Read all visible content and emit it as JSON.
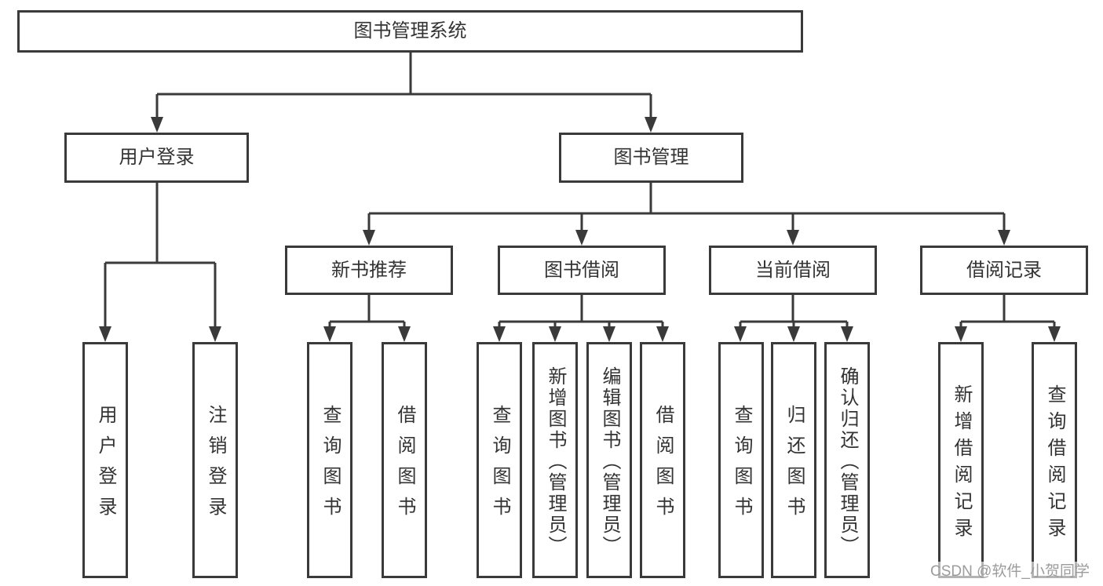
{
  "tree": {
    "label": "图书管理系统",
    "children": [
      {
        "label": "用户登录",
        "children": [
          {
            "label": "用户登录"
          },
          {
            "label": "注销登录"
          }
        ]
      },
      {
        "label": "图书管理",
        "children": [
          {
            "label": "新书推荐",
            "children": [
              {
                "label": "查询图书"
              },
              {
                "label": "借阅图书"
              }
            ]
          },
          {
            "label": "图书借阅",
            "children": [
              {
                "label": "查询图书"
              },
              {
                "label": "新增图书（管理员）"
              },
              {
                "label": "编辑图书（管理员）"
              },
              {
                "label": "借阅图书"
              }
            ]
          },
          {
            "label": "当前借阅",
            "children": [
              {
                "label": "查询图书"
              },
              {
                "label": "归还图书"
              },
              {
                "label": "确认归还（管理员）"
              }
            ]
          },
          {
            "label": "借阅记录",
            "children": [
              {
                "label": "新增借阅记录"
              },
              {
                "label": "查询借阅记录"
              }
            ]
          }
        ]
      }
    ]
  },
  "watermark": {
    "text": "CSDN @软件_小贺同学"
  },
  "colors": {
    "line": "#3a3a3a",
    "box_border": "#3a3a3a",
    "text": "#333333",
    "watermark_text": "#9c9c9c",
    "background": "#ffffff"
  }
}
